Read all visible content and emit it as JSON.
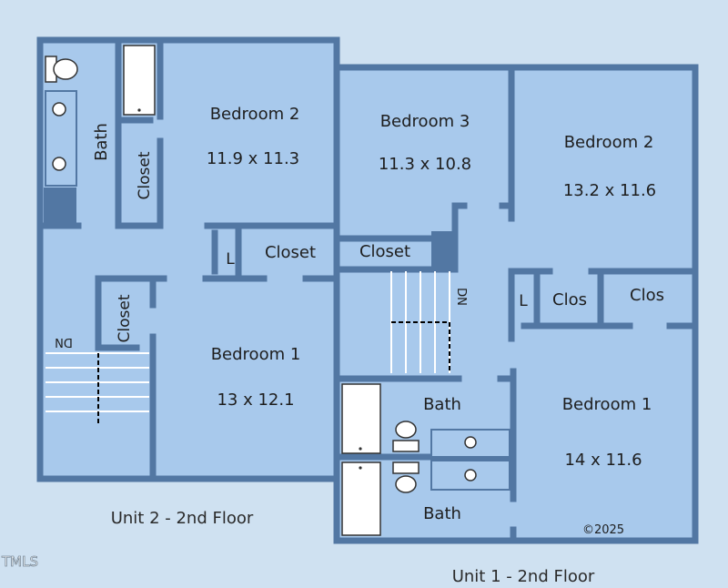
{
  "unit2": {
    "caption": "Unit 2 - 2nd Floor",
    "bath": "Bath",
    "closet_top": "Closet",
    "closet_mid": "Closet",
    "closet_left": "Closet",
    "linen": "L",
    "stair_dn": "DN",
    "bedroom2": {
      "name": "Bedroom 2",
      "dims": "11.9 x 11.3"
    },
    "bedroom1": {
      "name": "Bedroom 1",
      "dims": "13 x 12.1"
    }
  },
  "unit1": {
    "caption": "Unit 1 - 2nd Floor",
    "bedroom3": {
      "name": "Bedroom 3",
      "dims": "11.3 x 10.8"
    },
    "bedroom2": {
      "name": "Bedroom 2",
      "dims": "13.2 x 11.6"
    },
    "bedroom1": {
      "name": "Bedroom 1",
      "dims": "14 x 11.6"
    },
    "closet": "Closet",
    "clos_a": "Clos",
    "clos_b": "Clos",
    "linen": "L",
    "stair_dn": "DN",
    "bath_upper": "Bath",
    "bath_lower": "Bath"
  },
  "copyright": "©2025",
  "watermark": "TMLS",
  "colors": {
    "background": "#cfe1f1",
    "floor": "#a8c9ec",
    "wall": "#5277a3",
    "fixture": "#ffffff"
  }
}
